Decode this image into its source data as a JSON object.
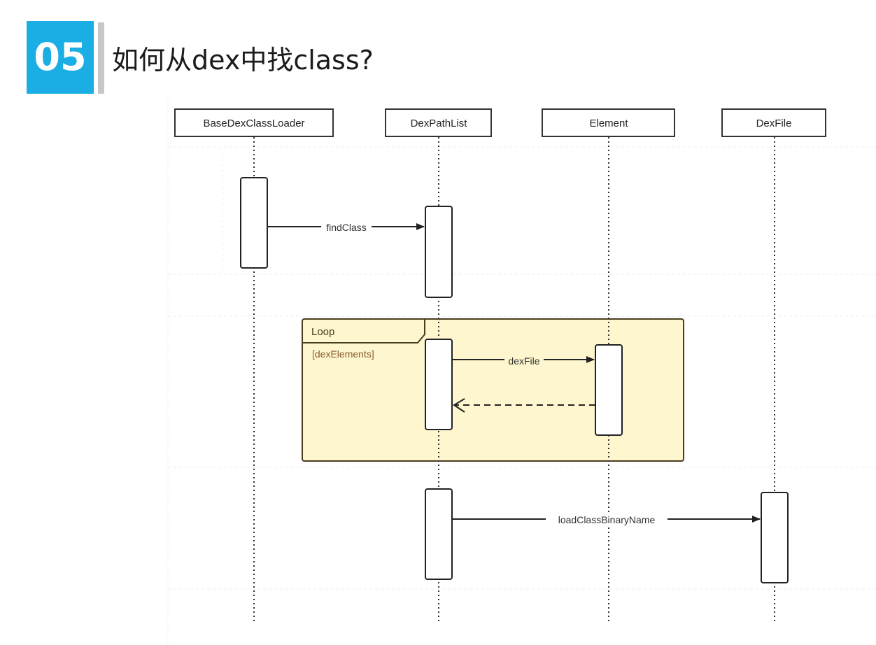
{
  "slide": {
    "number": "05",
    "title": "如何从dex中找class?"
  },
  "participants": [
    {
      "id": "loader",
      "label": "BaseDexClassLoader"
    },
    {
      "id": "pathlist",
      "label": "DexPathList"
    },
    {
      "id": "element",
      "label": "Element"
    },
    {
      "id": "dexfile",
      "label": "DexFile"
    }
  ],
  "loop": {
    "keyword": "Loop",
    "guard": "[dexElements]"
  },
  "messages": [
    {
      "label": "findClass",
      "from": "BaseDexClassLoader",
      "to": "DexPathList",
      "style": "solid"
    },
    {
      "label": "dexFile",
      "from": "DexPathList",
      "to": "Element",
      "style": "solid"
    },
    {
      "label": "",
      "from": "Element",
      "to": "DexPathList",
      "style": "dashed-return"
    },
    {
      "label": "loadClassBinaryName",
      "from": "DexPathList",
      "to": "DexFile",
      "style": "solid"
    }
  ],
  "colors": {
    "accent": "#1aaee5",
    "loop_fill": "#fdf6cf",
    "loop_stroke": "#4a3d1e",
    "line": "#222222"
  }
}
